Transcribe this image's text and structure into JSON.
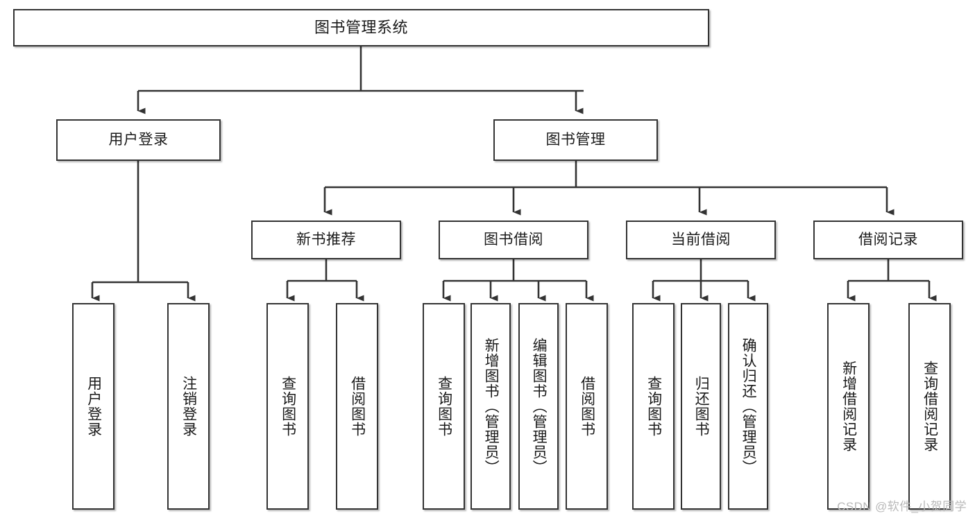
{
  "diagram": {
    "title": "图书管理系统",
    "watermark": "CSDN @软件_小贺同学",
    "levels": {
      "root": "图书管理系统",
      "level2": [
        "用户登录",
        "图书管理"
      ],
      "level3": [
        "新书推荐",
        "图书借阅",
        "当前借阅",
        "借阅记录"
      ]
    }
  },
  "nodes": {
    "root": {
      "label": "图书管理系统"
    },
    "user_login": {
      "label": "用户登录"
    },
    "book_manage": {
      "label": "图书管理"
    },
    "new_book_rec": {
      "label": "新书推荐"
    },
    "book_borrow": {
      "label": "图书借阅"
    },
    "current_borrow": {
      "label": "当前借阅"
    },
    "borrow_record": {
      "label": "借阅记录"
    },
    "leaf_user_login": {
      "label": "用户登录"
    },
    "leaf_logout": {
      "label": "注销登录"
    },
    "leaf_query_book_1": {
      "label": "查询图书"
    },
    "leaf_borrow_book_1": {
      "label": "借阅图书"
    },
    "leaf_query_book_2": {
      "label": "查询图书"
    },
    "leaf_add_book": {
      "label": "新增图书（管理员）"
    },
    "leaf_edit_book": {
      "label": "编辑图书（管理员）"
    },
    "leaf_borrow_book_2": {
      "label": "借阅图书"
    },
    "leaf_query_book_3": {
      "label": "查询图书"
    },
    "leaf_return_book": {
      "label": "归还图书"
    },
    "leaf_confirm_return": {
      "label": "确认归还（管理员）"
    },
    "leaf_add_record": {
      "label": "新增借阅记录"
    },
    "leaf_query_record": {
      "label": "查询借阅记录"
    }
  },
  "style": {
    "border_color": "#333333",
    "text_color": "#1a1a1a",
    "background": "#ffffff",
    "watermark_color": "#b9b9b9"
  }
}
